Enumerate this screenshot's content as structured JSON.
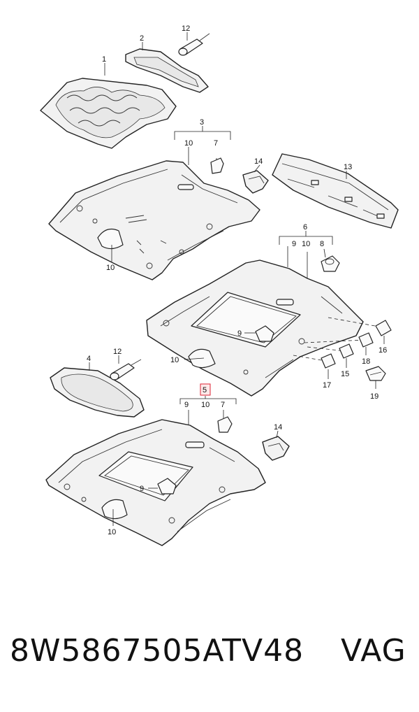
{
  "callouts": {
    "c1": "1",
    "c2": "2",
    "c12a": "12",
    "c3": "3",
    "c3_10": "10",
    "c3_7": "7",
    "c3_10b": "10",
    "c14a": "14",
    "c13": "13",
    "c6": "6",
    "c6_9": "9",
    "c6_10": "10",
    "c6_8": "8",
    "c6_9b": "9",
    "c6_10b": "10",
    "c16": "16",
    "c18": "18",
    "c15": "15",
    "c17": "17",
    "c19": "19",
    "c4": "4",
    "c12b": "12",
    "c5": "5",
    "c5_9": "9",
    "c5_10": "10",
    "c5_7": "7",
    "c14b": "14",
    "c5_9b": "9",
    "c5_10b": "10"
  },
  "footer": {
    "part_number": "8W5867505ATV48",
    "brand": "VAG"
  },
  "colors": {
    "highlight": "#d22233",
    "line": "#222222"
  }
}
